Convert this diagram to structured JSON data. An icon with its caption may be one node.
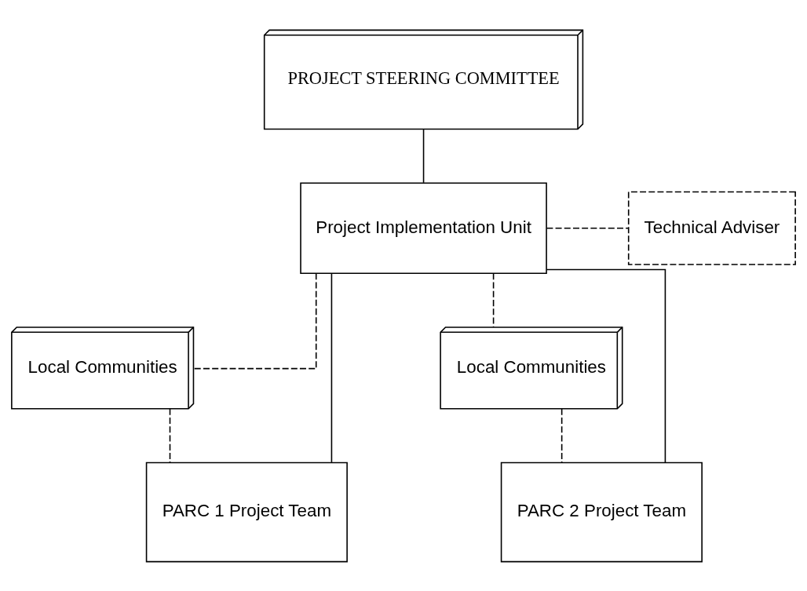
{
  "diagram": {
    "nodes": [
      {
        "text": [
          "PROJECT STEERING COMMITTEE"
        ]
      },
      {
        "text": [
          "Project Implementation Unit"
        ]
      },
      {
        "text": [
          "Technical Adviser"
        ]
      },
      {
        "text": [
          "Local Communities"
        ]
      },
      {
        "text": [
          "Local Communities"
        ]
      },
      {
        "text": [
          "PARC 1 Project Team"
        ]
      },
      {
        "text": [
          "PARC 2 Project Team"
        ]
      }
    ],
    "edges": [
      {
        "from": 0,
        "to": 1,
        "arrow": "none"
      },
      {
        "from": 1,
        "to": 2,
        "arrow": "none",
        "style": "dashed"
      },
      {
        "from": 1,
        "to": 3,
        "arrow": "none",
        "style": "dashed"
      },
      {
        "from": 1,
        "to": 4,
        "arrow": "none",
        "style": "dashed"
      },
      {
        "from": 1,
        "to": 5,
        "arrow": "none"
      },
      {
        "from": 1,
        "to": 6,
        "arrow": "none"
      },
      {
        "from": 3,
        "to": 5,
        "arrow": "none",
        "style": "dashed"
      },
      {
        "from": 4,
        "to": 6,
        "arrow": "none",
        "style": "dashed"
      }
    ]
  }
}
